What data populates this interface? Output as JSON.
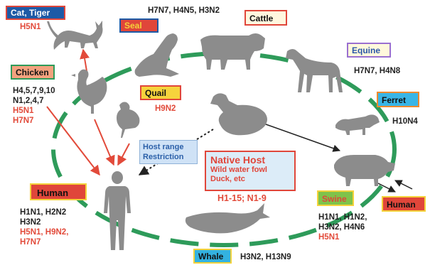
{
  "labels": {
    "cat_tiger": "Cat, Tiger",
    "seal": "Seal",
    "cattle": "Cattle",
    "equine": "Equine",
    "chicken": "Chicken",
    "quail": "Quail",
    "ferret": "Ferret",
    "human_left": "Human",
    "human_right": "Human",
    "swine": "Swine",
    "whale": "Whale"
  },
  "subtypes": {
    "cat_tiger": "H5N1",
    "seal": "H7N7, H4N5, H3N2",
    "equine": "H7N7, H4N8",
    "chicken_black_1": "H4,5,7,9,10",
    "chicken_black_2": "N1,2,4,7",
    "chicken_red_1": "H5N1",
    "chicken_red_2": "H7N7",
    "quail": "H9N2",
    "ferret": "H10N4",
    "human_black_1": "H1N1, H2N2",
    "human_black_2": "H3N2",
    "human_red_1": "H5N1, H9N2,",
    "human_red_2": "H7N7",
    "swine_black_1": "H1N1, H1N2,",
    "swine_black_2": "H3N2, H4N6",
    "swine_red": "H5N1",
    "whale": "H3N2, H13N9"
  },
  "host_range": {
    "line1": "Host range",
    "line2": "Restriction"
  },
  "native_host": {
    "title": "Native Host",
    "line1": "Wild water fowl",
    "line2": "Duck, etc",
    "subtypes": "H1-15; N1-9"
  },
  "colors": {
    "circle_green": "#2e9b5a",
    "arrow_red": "#e24a3a",
    "silhouette": "#8c8c8c",
    "label_red_text": "#e24a3a",
    "label_dark_text": "#111111"
  }
}
